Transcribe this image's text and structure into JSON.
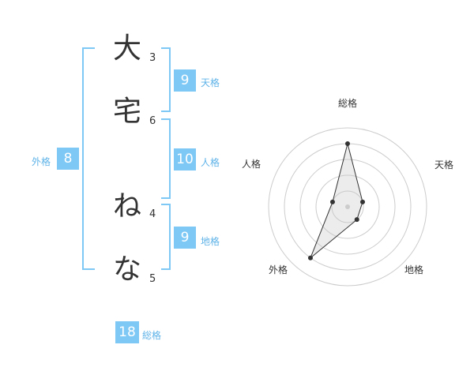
{
  "name": {
    "chars": [
      {
        "char": "大",
        "strokes": "3"
      },
      {
        "char": "宅",
        "strokes": "6"
      },
      {
        "char": "ね",
        "strokes": "4"
      },
      {
        "char": "な",
        "strokes": "5"
      }
    ]
  },
  "kaku": {
    "tenkaku": {
      "value": "9",
      "label": "天格"
    },
    "jinkaku": {
      "value": "10",
      "label": "人格"
    },
    "chikaku": {
      "value": "9",
      "label": "地格"
    },
    "gaikaku": {
      "value": "8",
      "label": "外格"
    },
    "soukaku": {
      "value": "18",
      "label": "総格"
    }
  },
  "colors": {
    "accent": "#7dc8f5",
    "label": "#5fb3e8",
    "text": "#333333"
  },
  "chart_data": {
    "type": "radar",
    "axes": [
      "総格",
      "天格",
      "地格",
      "外格",
      "人格"
    ],
    "values": [
      4,
      1,
      1,
      4,
      1
    ],
    "max": 5
  }
}
